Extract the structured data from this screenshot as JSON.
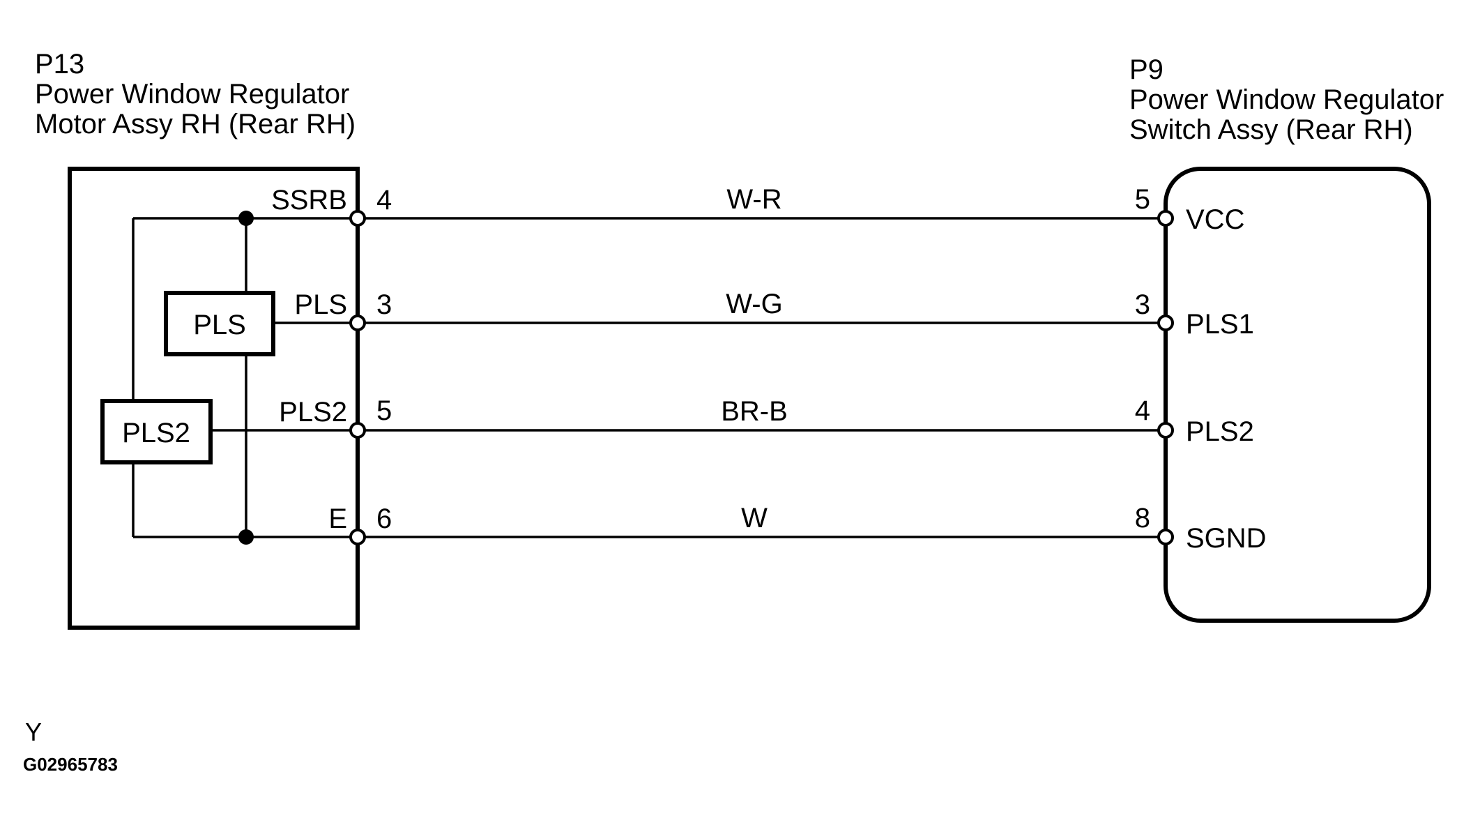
{
  "left_connector": {
    "code": "P13",
    "name_line1": "Power Window Regulator",
    "name_line2": "Motor Assy RH (Rear RH)",
    "pins": [
      {
        "label": "SSRB",
        "number": "4"
      },
      {
        "label": "PLS",
        "number": "3"
      },
      {
        "label": "PLS2",
        "number": "5"
      },
      {
        "label": "E",
        "number": "6"
      }
    ],
    "components": [
      {
        "label": "PLS"
      },
      {
        "label": "PLS2"
      }
    ]
  },
  "right_connector": {
    "code": "P9",
    "name_line1": "Power Window Regulator",
    "name_line2": "Switch Assy (Rear RH)",
    "pins": [
      {
        "number": "5",
        "label": "VCC"
      },
      {
        "number": "3",
        "label": "PLS1"
      },
      {
        "number": "4",
        "label": "PLS2"
      },
      {
        "number": "8",
        "label": "SGND"
      }
    ]
  },
  "wires": [
    {
      "color_code": "W-R",
      "from_pin": "4",
      "to_pin": "5"
    },
    {
      "color_code": "W-G",
      "from_pin": "3",
      "to_pin": "3"
    },
    {
      "color_code": "BR-B",
      "from_pin": "5",
      "to_pin": "4"
    },
    {
      "color_code": "W",
      "from_pin": "6",
      "to_pin": "8"
    }
  ],
  "footer": {
    "section_code": "Y",
    "drawing_number": "G02965783"
  },
  "colors": {
    "ink": "#000000",
    "paper": "#ffffff"
  }
}
